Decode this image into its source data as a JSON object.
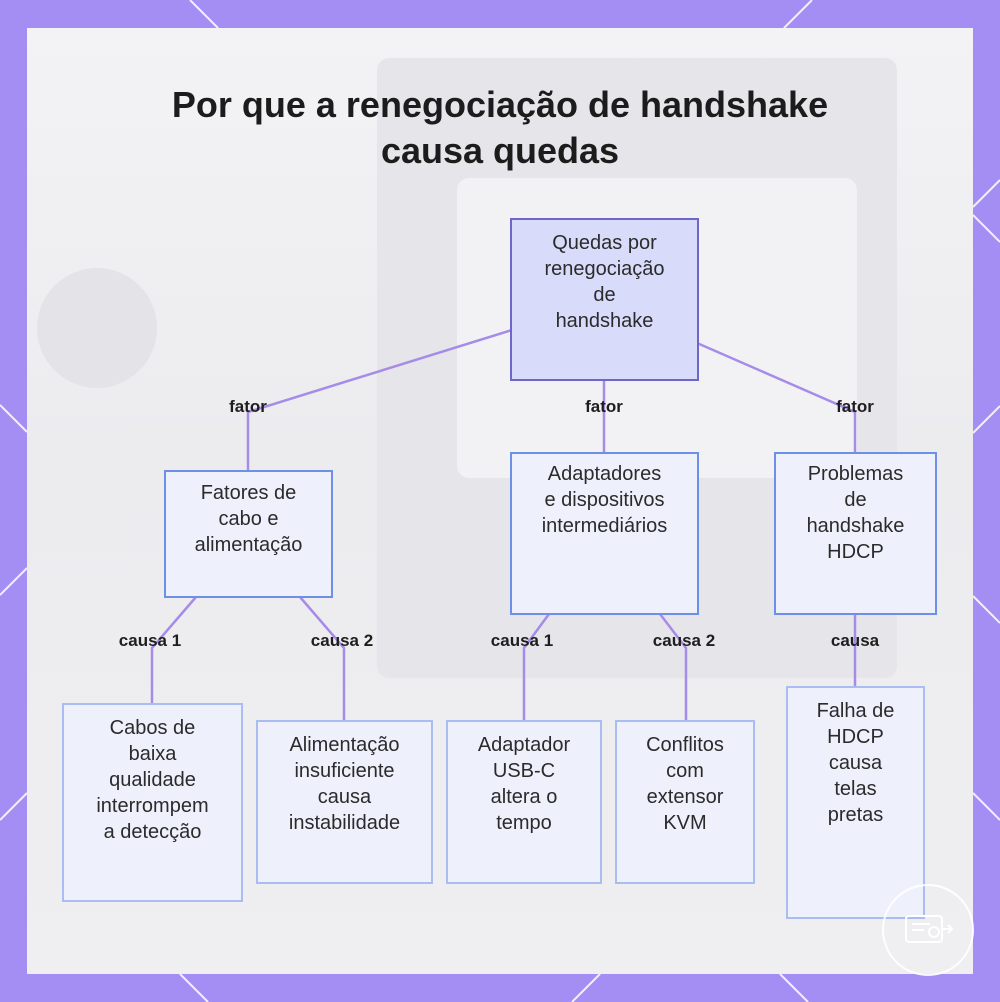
{
  "title": {
    "line1": "Por que a renegociação de handshake",
    "line2": "causa quedas"
  },
  "colors": {
    "frame": "#a48ef3",
    "connector": "#a78be8",
    "root_fill": "#d9dbfb",
    "node_fill": "#eef1fc"
  },
  "root": {
    "lines": [
      "Quedas por",
      "renegociação",
      "de",
      "handshake"
    ]
  },
  "factors": [
    {
      "edge_label": "fator",
      "lines": [
        "Fatores de",
        "cabo e",
        "alimentação"
      ],
      "causes": [
        {
          "edge_label": "causa 1",
          "lines": [
            "Cabos de",
            "baixa",
            "qualidade",
            "interrompem",
            "a detecção"
          ]
        },
        {
          "edge_label": "causa 2",
          "lines": [
            "Alimentação",
            "insuficiente",
            "causa",
            "instabilidade"
          ]
        }
      ]
    },
    {
      "edge_label": "fator",
      "lines": [
        "Adaptadores",
        "e dispositivos",
        "intermediários"
      ],
      "causes": [
        {
          "edge_label": "causa 1",
          "lines": [
            "Adaptador",
            "USB-C",
            "altera o",
            "tempo"
          ]
        },
        {
          "edge_label": "causa 2",
          "lines": [
            "Conflitos",
            "com",
            "extensor",
            "KVM"
          ]
        }
      ]
    },
    {
      "edge_label": "fator",
      "lines": [
        "Problemas",
        "de",
        "handshake",
        "HDCP"
      ],
      "causes": [
        {
          "edge_label": "causa",
          "lines": [
            "Falha de",
            "HDCP",
            "causa",
            "telas",
            "pretas"
          ]
        }
      ]
    }
  ]
}
